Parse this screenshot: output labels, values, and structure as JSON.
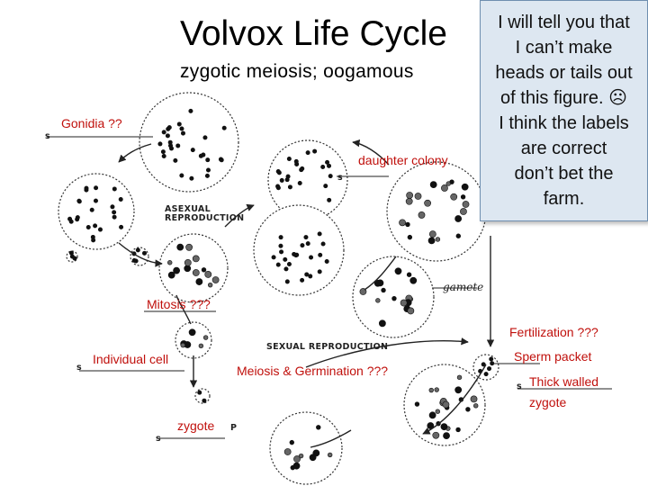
{
  "title": "Volvox Life Cycle",
  "subtitle": "zygotic meiosis;  oogamous",
  "callout": {
    "lines": [
      "I will tell you that",
      "I can’t make",
      "heads or tails out",
      "of this figure.  ☹",
      "I think the labels",
      "are correct",
      "don’t bet the",
      "farm."
    ]
  },
  "labels": {
    "gonidia": "Gonidia ??",
    "daughter_colony": "daughter colony",
    "mitosis": "Mitosis ???",
    "fertilization": "Fertilization ???",
    "individual_cell": "Individual cell",
    "sperm_packet": "Sperm packet",
    "meiosis_germination": "Meiosis & Germination ???",
    "thick_walled_1": "Thick walled",
    "thick_walled_2": "zygote",
    "zygote": "zygote"
  },
  "figure_text": {
    "asexual_1": "ASEXUAL",
    "asexual_2": "REPRODUCTION",
    "sexual": "SEXUAL  REPRODUCTION",
    "gamete": "gamete",
    "s": "s",
    "p": "P"
  },
  "colors": {
    "red_label": "#c0100c",
    "callout_bg": "#dde7f1",
    "callout_border": "#6f8fb0"
  }
}
